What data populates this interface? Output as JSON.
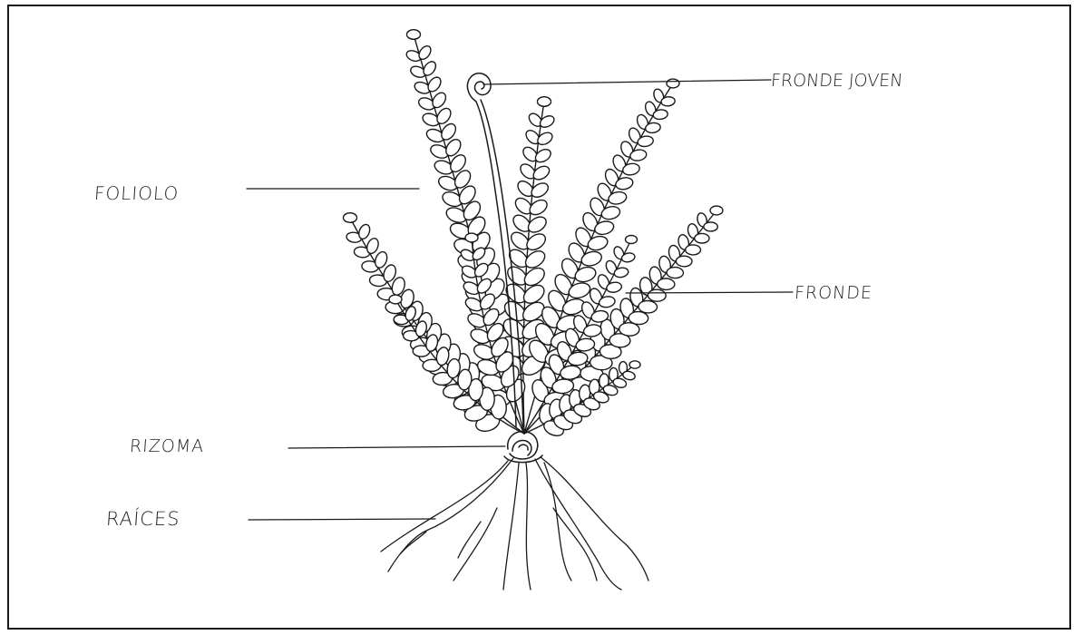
{
  "labels": {
    "fronde_joven": "FRONDE JOVEN",
    "foliolo": "FOLIOLO",
    "fronde": "FRONDE",
    "rizoma": "RIZOMA",
    "raices": "RAÍCES"
  },
  "colors": {
    "ink": "#1a1a1a",
    "paper": "#ffffff"
  }
}
